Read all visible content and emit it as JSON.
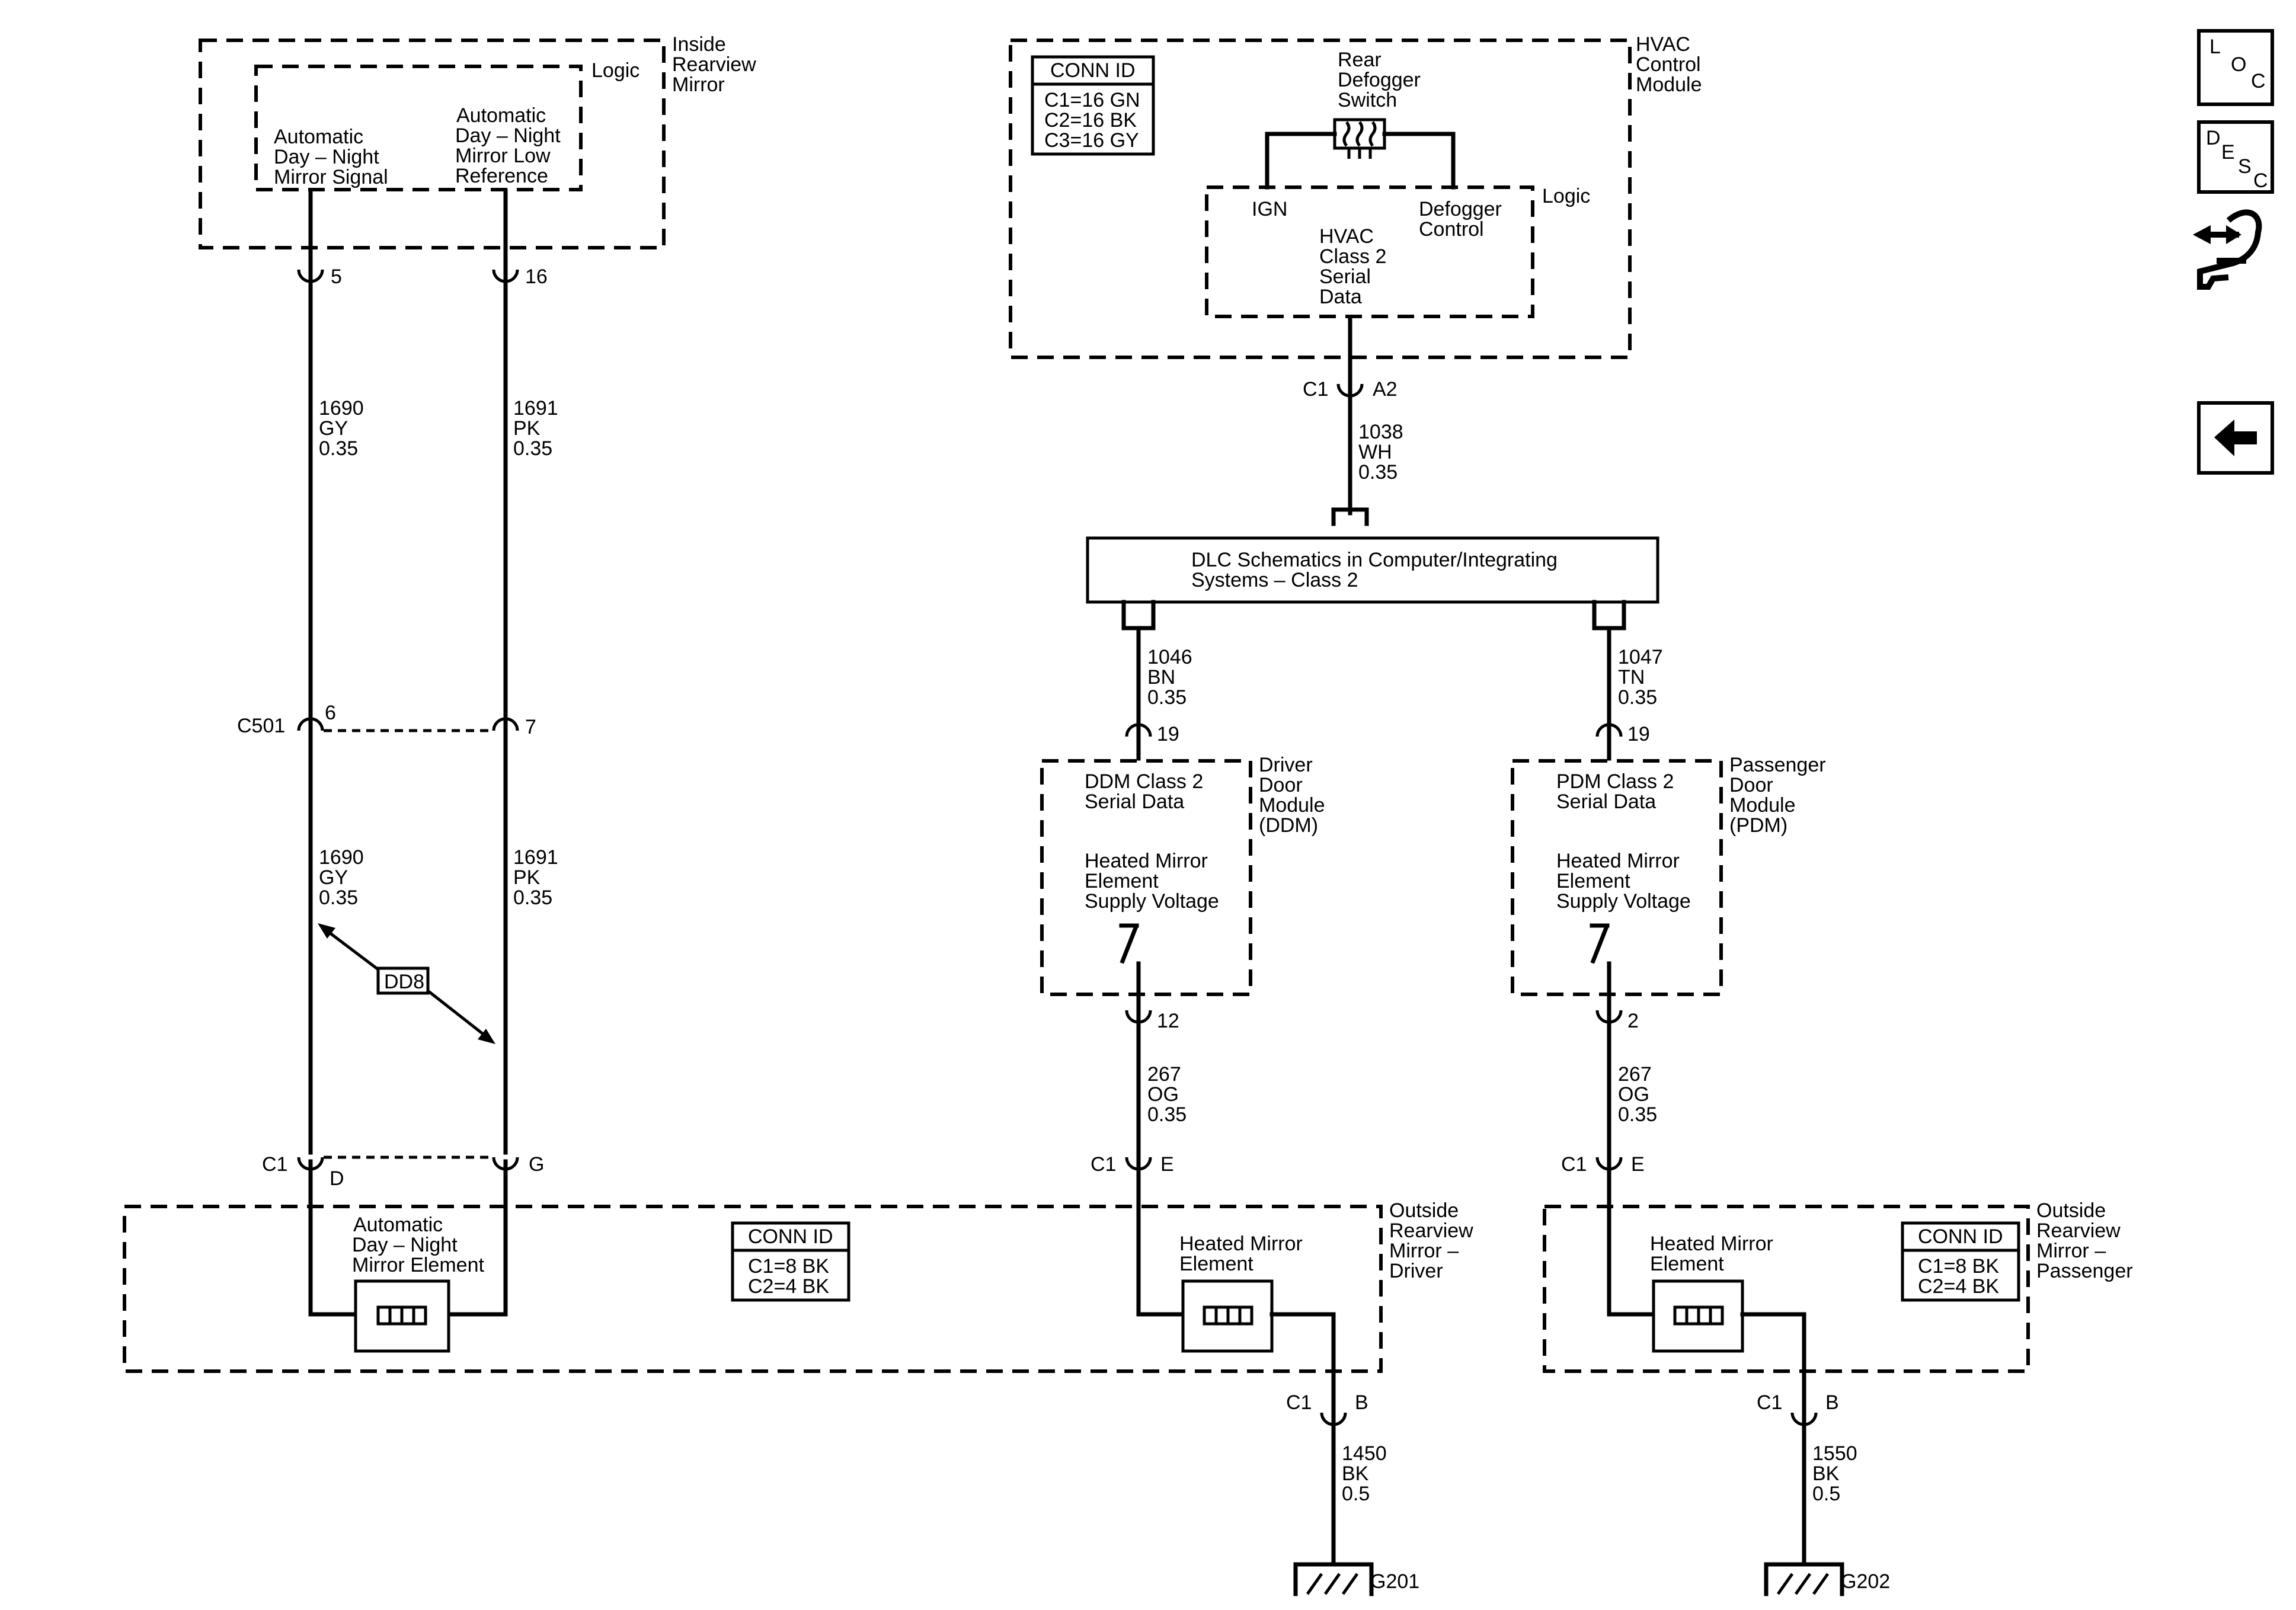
{
  "inside_mirror": {
    "title": [
      "Inside",
      "Rearview",
      "Mirror"
    ],
    "logic": "Logic",
    "signal": [
      "Automatic",
      "Day – Night",
      "Mirror Signal"
    ],
    "low_ref": [
      "Automatic",
      "Day – Night",
      "Mirror Low",
      "Reference"
    ]
  },
  "pins": {
    "p5": "5",
    "p16": "16",
    "c501": "C501",
    "p6": "6",
    "p7": "7",
    "c1": "C1",
    "pd": "D",
    "pg": "G",
    "a2": "A2",
    "p19": "19",
    "p12": "12",
    "p2": "2",
    "pe": "E",
    "pb": "B"
  },
  "wires": {
    "w1690": [
      "1690",
      "GY",
      "0.35"
    ],
    "w1691": [
      "1691",
      "PK",
      "0.35"
    ],
    "w1038": [
      "1038",
      "WH",
      "0.35"
    ],
    "w1046": [
      "1046",
      "BN",
      "0.35"
    ],
    "w1047": [
      "1047",
      "TN",
      "0.35"
    ],
    "w267": [
      "267",
      "OG",
      "0.35"
    ],
    "w1450": [
      "1450",
      "BK",
      "0.5"
    ],
    "w1550": [
      "1550",
      "BK",
      "0.5"
    ]
  },
  "dd8": "DD8",
  "hvac": {
    "title": [
      "HVAC",
      "Control",
      "Module"
    ],
    "conn_header": "CONN ID",
    "conn": [
      "C1=16 GN",
      "C2=16 BK",
      "C3=16 GY"
    ],
    "switch": [
      "Rear",
      "Defogger",
      "Switch"
    ],
    "logic": "Logic",
    "ign": "IGN",
    "defog": [
      "Defogger",
      "Control"
    ],
    "class2": [
      "HVAC",
      "Class 2",
      "Serial",
      "Data"
    ]
  },
  "dlc": [
    "DLC Schematics in Computer/Integrating",
    "Systems – Class 2"
  ],
  "ddm": {
    "title": [
      "Driver",
      "Door",
      "Module",
      "(DDM)"
    ],
    "serial": [
      "DDM Class 2",
      "Serial Data"
    ],
    "supply": [
      "Heated Mirror",
      "Element",
      "Supply Voltage"
    ]
  },
  "pdm": {
    "title": [
      "Passenger",
      "Door",
      "Module",
      "(PDM)"
    ],
    "serial": [
      "PDM Class 2",
      "Serial Data"
    ],
    "supply": [
      "Heated Mirror",
      "Element",
      "Supply Voltage"
    ]
  },
  "outside_driver": {
    "title": [
      "Outside",
      "Rearview",
      "Mirror –",
      "Driver"
    ],
    "auto": [
      "Automatic",
      "Day – Night",
      "Mirror Element"
    ],
    "heated": [
      "Heated Mirror",
      "Element"
    ],
    "conn_header": "CONN ID",
    "conn": [
      "C1=8 BK",
      "C2=4 BK"
    ]
  },
  "outside_passenger": {
    "title": [
      "Outside",
      "Rearview",
      "Mirror –",
      "Passenger"
    ],
    "heated": [
      "Heated Mirror",
      "Element"
    ],
    "conn_header": "CONN ID",
    "conn": [
      "C1=8 BK",
      "C2=4 BK"
    ]
  },
  "grounds": {
    "g201": "G201",
    "g202": "G202"
  },
  "nav": {
    "loc": [
      "L",
      "O",
      "C"
    ],
    "desc": [
      "D",
      "E",
      "S",
      "C"
    ],
    "icons": [
      "loc-icon",
      "desc-icon",
      "connector-tool-icon",
      "back-arrow-icon"
    ]
  }
}
